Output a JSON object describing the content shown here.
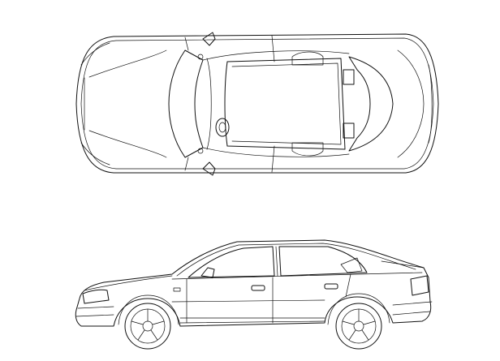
{
  "drawing": {
    "views": [
      {
        "id": "top",
        "view": "plan"
      },
      {
        "id": "side",
        "view": "elevation"
      }
    ],
    "line_color": "#111111",
    "background": "#ffffff"
  }
}
